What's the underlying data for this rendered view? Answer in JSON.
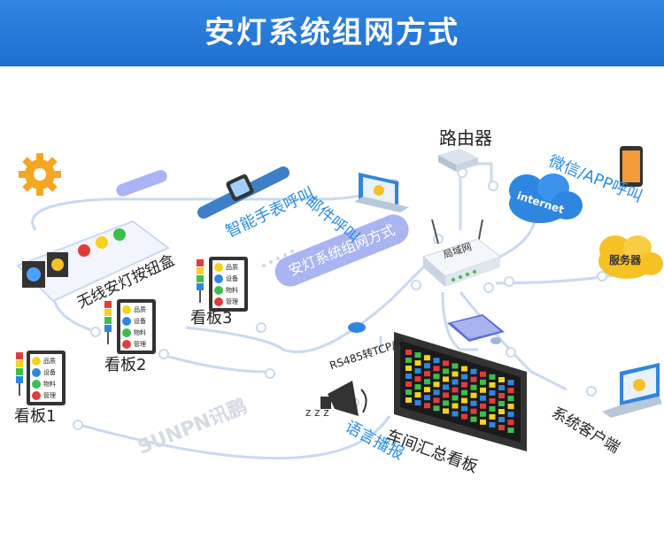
{
  "header": {
    "title": "安灯系统组网方式"
  },
  "center_badge": "安灯系统组网方式",
  "labels": {
    "router": "路由器",
    "wechat_app": "微信/APP呼叫",
    "internet": "internet",
    "server": "服务器",
    "lan": "局域网",
    "watch": "智能手表呼叫",
    "mail": "邮件呼叫",
    "button_box": "无线安灯按钮盒",
    "board3": "看板3",
    "board2": "看板2",
    "board1": "看板1",
    "rs485": "RS485转TCP/IP",
    "workshop": "车间汇总看板",
    "voice": "语言播报",
    "client": "系统客户端",
    "watermark": "SUNPN讯鹏"
  },
  "board_rows": [
    "品质",
    "设备",
    "物料",
    "管理"
  ],
  "colors": {
    "header": "#1f6fcf",
    "accent": "#2a8ee8",
    "line": "#c9d9f0",
    "badge": "#a9b4f2",
    "cloud_blue": "#2f86e0",
    "cloud_yellow": "#f5c125"
  }
}
